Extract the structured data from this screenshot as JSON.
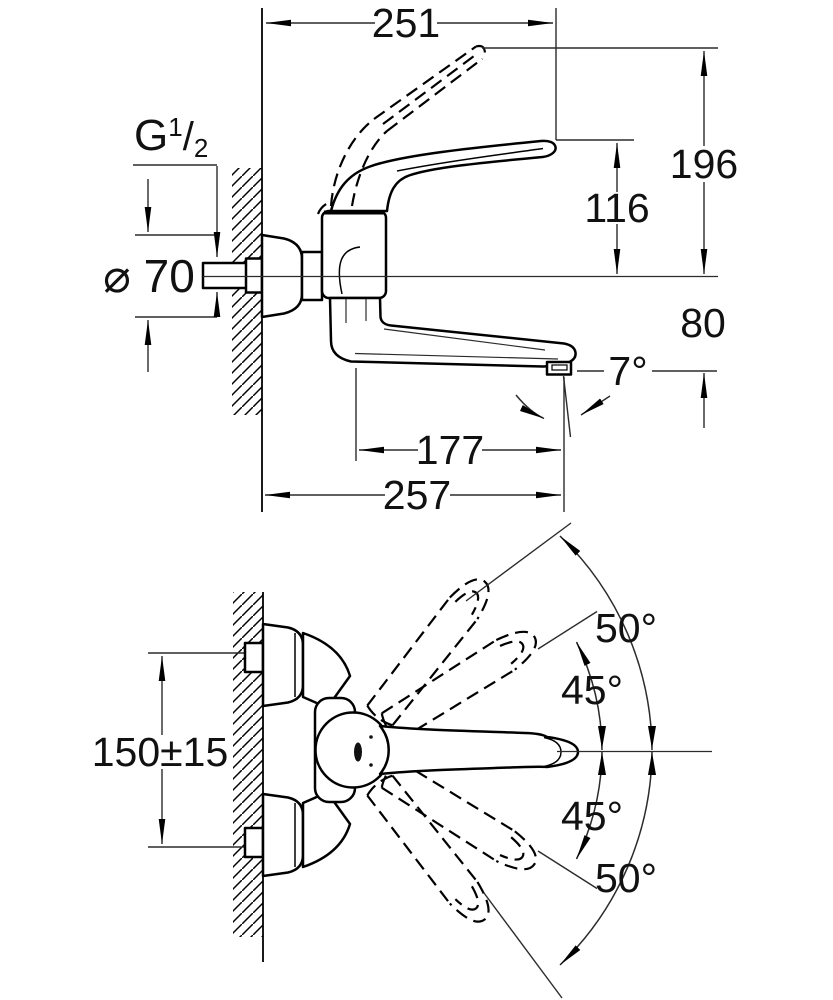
{
  "side_view": {
    "dim_width_lever_tip": "251",
    "dim_height_lever_raised": "196",
    "dim_height_lever_down": "116",
    "dim_spout_drop": "80",
    "spout_stream_angle": "7°",
    "thread_label": {
      "base": "G",
      "sup": "1",
      "slash": "/",
      "sub": "2"
    },
    "flange_diameter": "⌀ 70",
    "dim_spout_pivot_reach": "177",
    "dim_total_reach": "257"
  },
  "plan_view": {
    "dim_connection_distance": "150±15",
    "swivel_upper_outer": "50°",
    "swivel_upper_inner": "45°",
    "swivel_lower_inner": "45°",
    "swivel_lower_outer": "50°"
  }
}
